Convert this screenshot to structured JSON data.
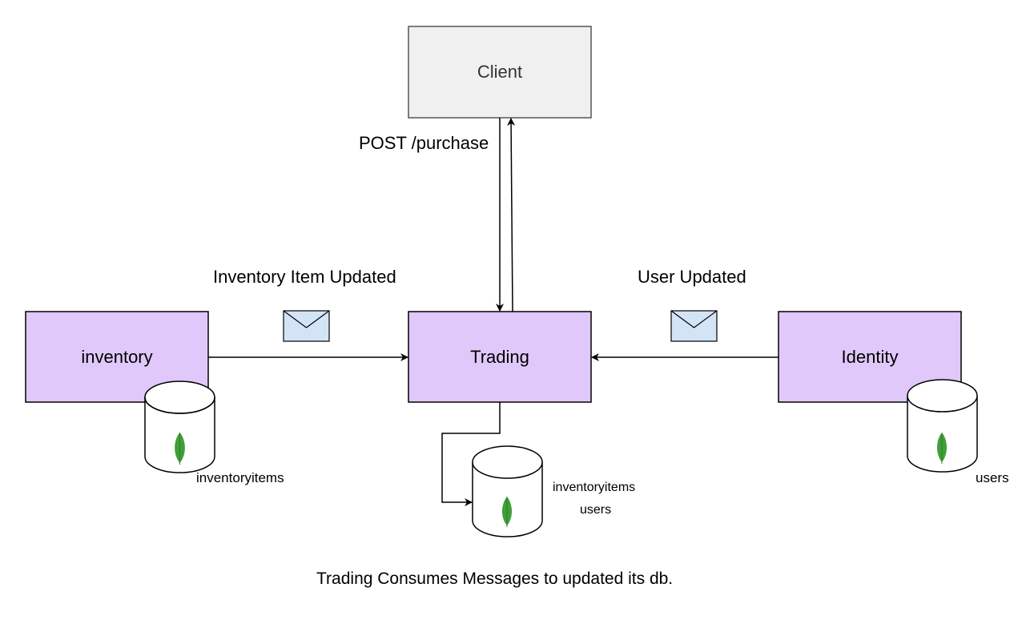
{
  "nodes": {
    "client": {
      "label": "Client"
    },
    "inventory": {
      "label": "inventory"
    },
    "trading": {
      "label": "Trading"
    },
    "identity": {
      "label": "Identity"
    }
  },
  "edges": {
    "client_to_trading": {
      "label": "POST /purchase"
    },
    "inventory_to_trading": {
      "label": "Inventory Item Updated"
    },
    "identity_to_trading": {
      "label": "User Updated"
    }
  },
  "databases": {
    "inventory_db": {
      "icon": "mongodb-leaf-icon",
      "label": "inventoryitems"
    },
    "trading_db": {
      "icon": "mongodb-leaf-icon",
      "label_line1": "inventoryitems",
      "label_line2": "users"
    },
    "identity_db": {
      "icon": "mongodb-leaf-icon",
      "label": "users"
    }
  },
  "caption": "Trading Consumes Messages to updated its db.",
  "colors": {
    "service_fill": "#e1c8fa",
    "client_fill": "#f0f0f0",
    "envelope_fill": "#d4e4f7",
    "leaf_green": "#3fa037"
  }
}
